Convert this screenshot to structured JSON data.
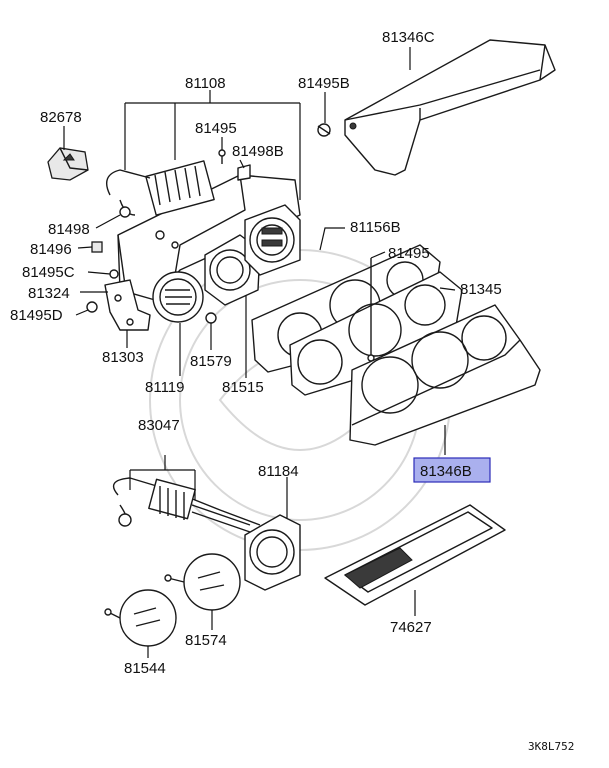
{
  "diagram": {
    "highlight_color": "#aab0ee",
    "labels": {
      "p82678": "82678",
      "p81108": "81108",
      "p81495b": "81495B",
      "p81346c": "81346C",
      "p81495_top": "81495",
      "p81498b": "81498B",
      "p81498": "81498",
      "p81496": "81496",
      "p81495c": "81495C",
      "p81324": "81324",
      "p81495d": "81495D",
      "p81303": "81303",
      "p81119": "81119",
      "p81579": "81579",
      "p81515": "81515",
      "p81156b": "81156B",
      "p81495_mid": "81495",
      "p81345": "81345",
      "p81346b": "81346B",
      "p83047": "83047",
      "p81184": "81184",
      "p81574": "81574",
      "p81544": "81544",
      "p74627": "74627"
    },
    "figure_code": "3K8L752"
  }
}
